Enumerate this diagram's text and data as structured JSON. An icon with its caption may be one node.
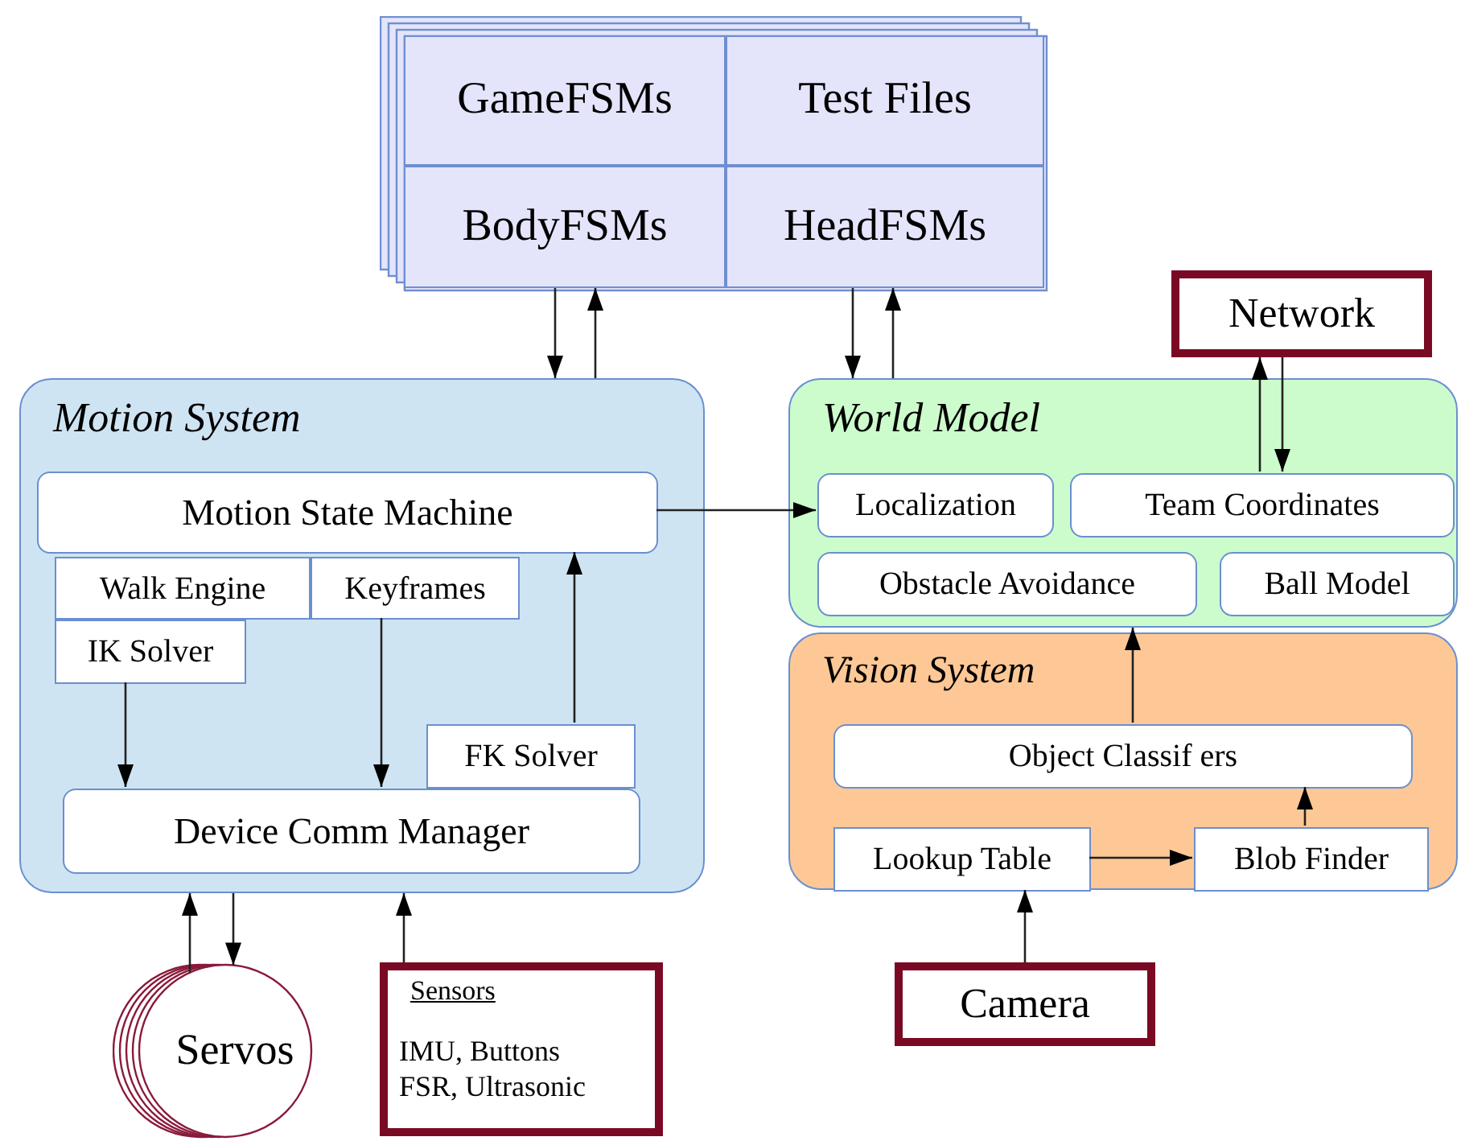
{
  "diagram": {
    "nodes": [
      {
        "text": [],
        "shape": "box"
      },
      {
        "text": [
          "GameFSMs"
        ],
        "in": 0
      },
      {
        "text": [
          "Test Files"
        ],
        "in": 0
      },
      {
        "text": [
          "BodyFSMs"
        ],
        "in": 0
      },
      {
        "text": [
          "HeadFSMs"
        ],
        "in": 0
      },
      {
        "text": [
          "Motion System"
        ]
      },
      {
        "text": [
          "Motion State Machine"
        ],
        "in": 5
      },
      {
        "text": [
          "Walk Engine"
        ],
        "in": 5
      },
      {
        "text": [
          "Keyframes"
        ],
        "in": 5
      },
      {
        "text": [
          "IK Solver"
        ],
        "in": 5
      },
      {
        "text": [
          "FK Solver"
        ],
        "in": 5
      },
      {
        "text": [
          "Device Comm Manager"
        ],
        "in": 5
      },
      {
        "text": [
          "Network"
        ]
      },
      {
        "text": [
          "World Model"
        ]
      },
      {
        "text": [
          "Localization"
        ],
        "in": 13
      },
      {
        "text": [
          "Team Coordinates"
        ],
        "in": 13
      },
      {
        "text": [
          "Obstacle Avoidance"
        ],
        "in": 13
      },
      {
        "text": [
          "Ball Model"
        ],
        "in": 13
      },
      {
        "text": [
          "Vision System"
        ]
      },
      {
        "text": [
          "Object Classif ers"
        ],
        "in": 18
      },
      {
        "text": [
          "Lookup Table"
        ],
        "in": 18
      },
      {
        "text": [
          "Blob Finder"
        ],
        "in": 18
      },
      {
        "text": [
          "Servos"
        ]
      },
      {
        "text": [
          "Sensors",
          "IMU, Buttons FSR, Ultrasonic"
        ]
      },
      {
        "text": [
          "Camera"
        ]
      }
    ],
    "edges": [
      {
        "from": 3,
        "to": 5,
        "arrow": "to"
      },
      {
        "from": 5,
        "to": 3,
        "arrow": "to"
      },
      {
        "from": 4,
        "to": 13,
        "arrow": "to"
      },
      {
        "from": 13,
        "to": 4,
        "arrow": "to"
      },
      {
        "from": 6,
        "to": 14,
        "arrow": "to"
      },
      {
        "from": 15,
        "to": 12,
        "arrow": "to"
      },
      {
        "from": 12,
        "to": 15,
        "arrow": "to"
      },
      {
        "from": 9,
        "to": 11,
        "arrow": "to"
      },
      {
        "from": 8,
        "to": 11,
        "arrow": "to"
      },
      {
        "from": 10,
        "to": 6,
        "arrow": "to"
      },
      {
        "from": 22,
        "to": 5,
        "arrow": "to"
      },
      {
        "from": 5,
        "to": 22,
        "arrow": "to"
      },
      {
        "from": 23,
        "to": 5,
        "arrow": "to"
      },
      {
        "from": 19,
        "to": 13,
        "arrow": "to"
      },
      {
        "from": 21,
        "to": 19,
        "arrow": "to"
      },
      {
        "from": 20,
        "to": 21,
        "arrow": "to"
      },
      {
        "from": 24,
        "to": 20,
        "arrow": "to"
      }
    ]
  }
}
